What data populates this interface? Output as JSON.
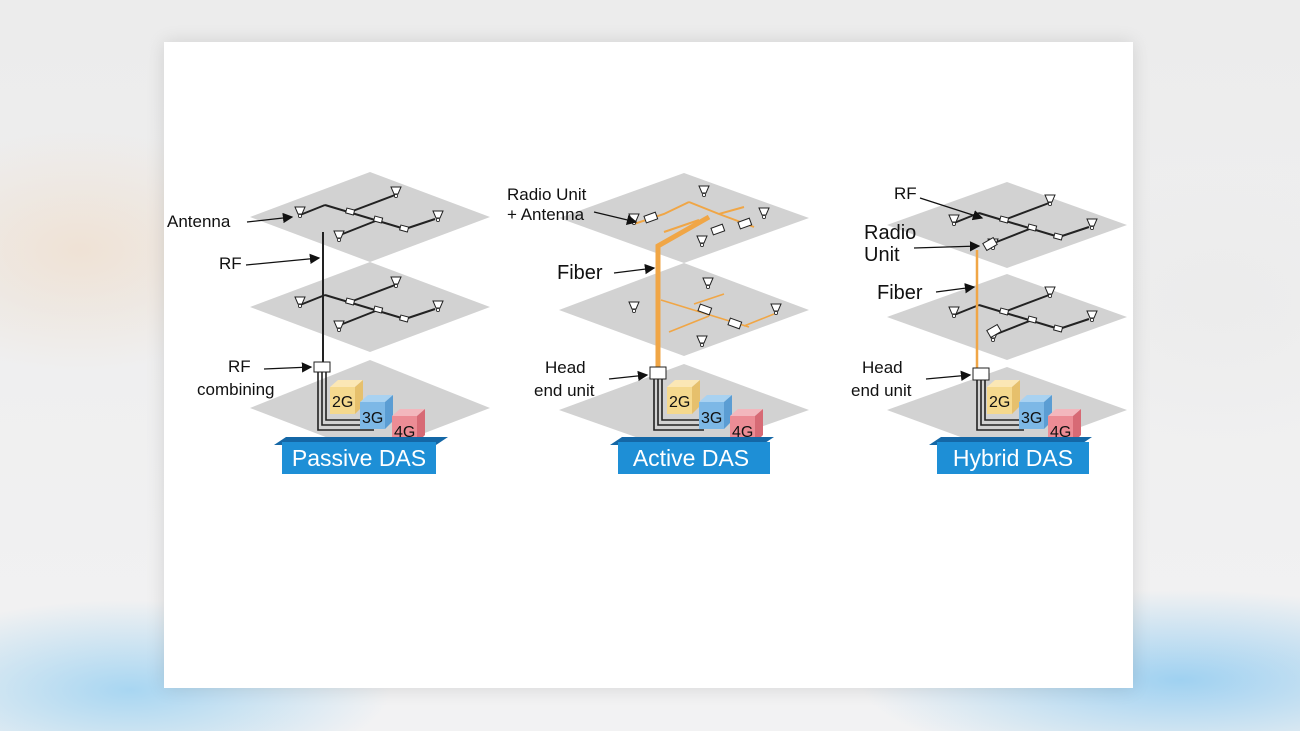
{
  "passive": {
    "labels": {
      "antenna": "Antenna",
      "rf": "RF",
      "rf_combining_1": "RF",
      "rf_combining_2": "combining"
    },
    "banner": "Passive DAS"
  },
  "active": {
    "labels": {
      "radio_unit_1": "Radio Unit",
      "radio_unit_2": "+ Antenna",
      "fiber": "Fiber",
      "head_end_1": "Head",
      "head_end_2": "end unit"
    },
    "banner": "Active DAS"
  },
  "hybrid": {
    "labels": {
      "rf": "RF",
      "radio_unit_1": "Radio",
      "radio_unit_2": "Unit",
      "fiber": "Fiber",
      "head_end_1": "Head",
      "head_end_2": "end unit"
    },
    "banner": "Hybrid DAS"
  },
  "generations": [
    "2G",
    "3G",
    "4G"
  ],
  "colors": {
    "floor": "#d2d2d2",
    "fiber": "#f0a646",
    "banner": "#1e8fd6",
    "cube_2g": "#f5d98e",
    "cube_3g": "#7db8e6",
    "cube_4g": "#ec8c95"
  }
}
